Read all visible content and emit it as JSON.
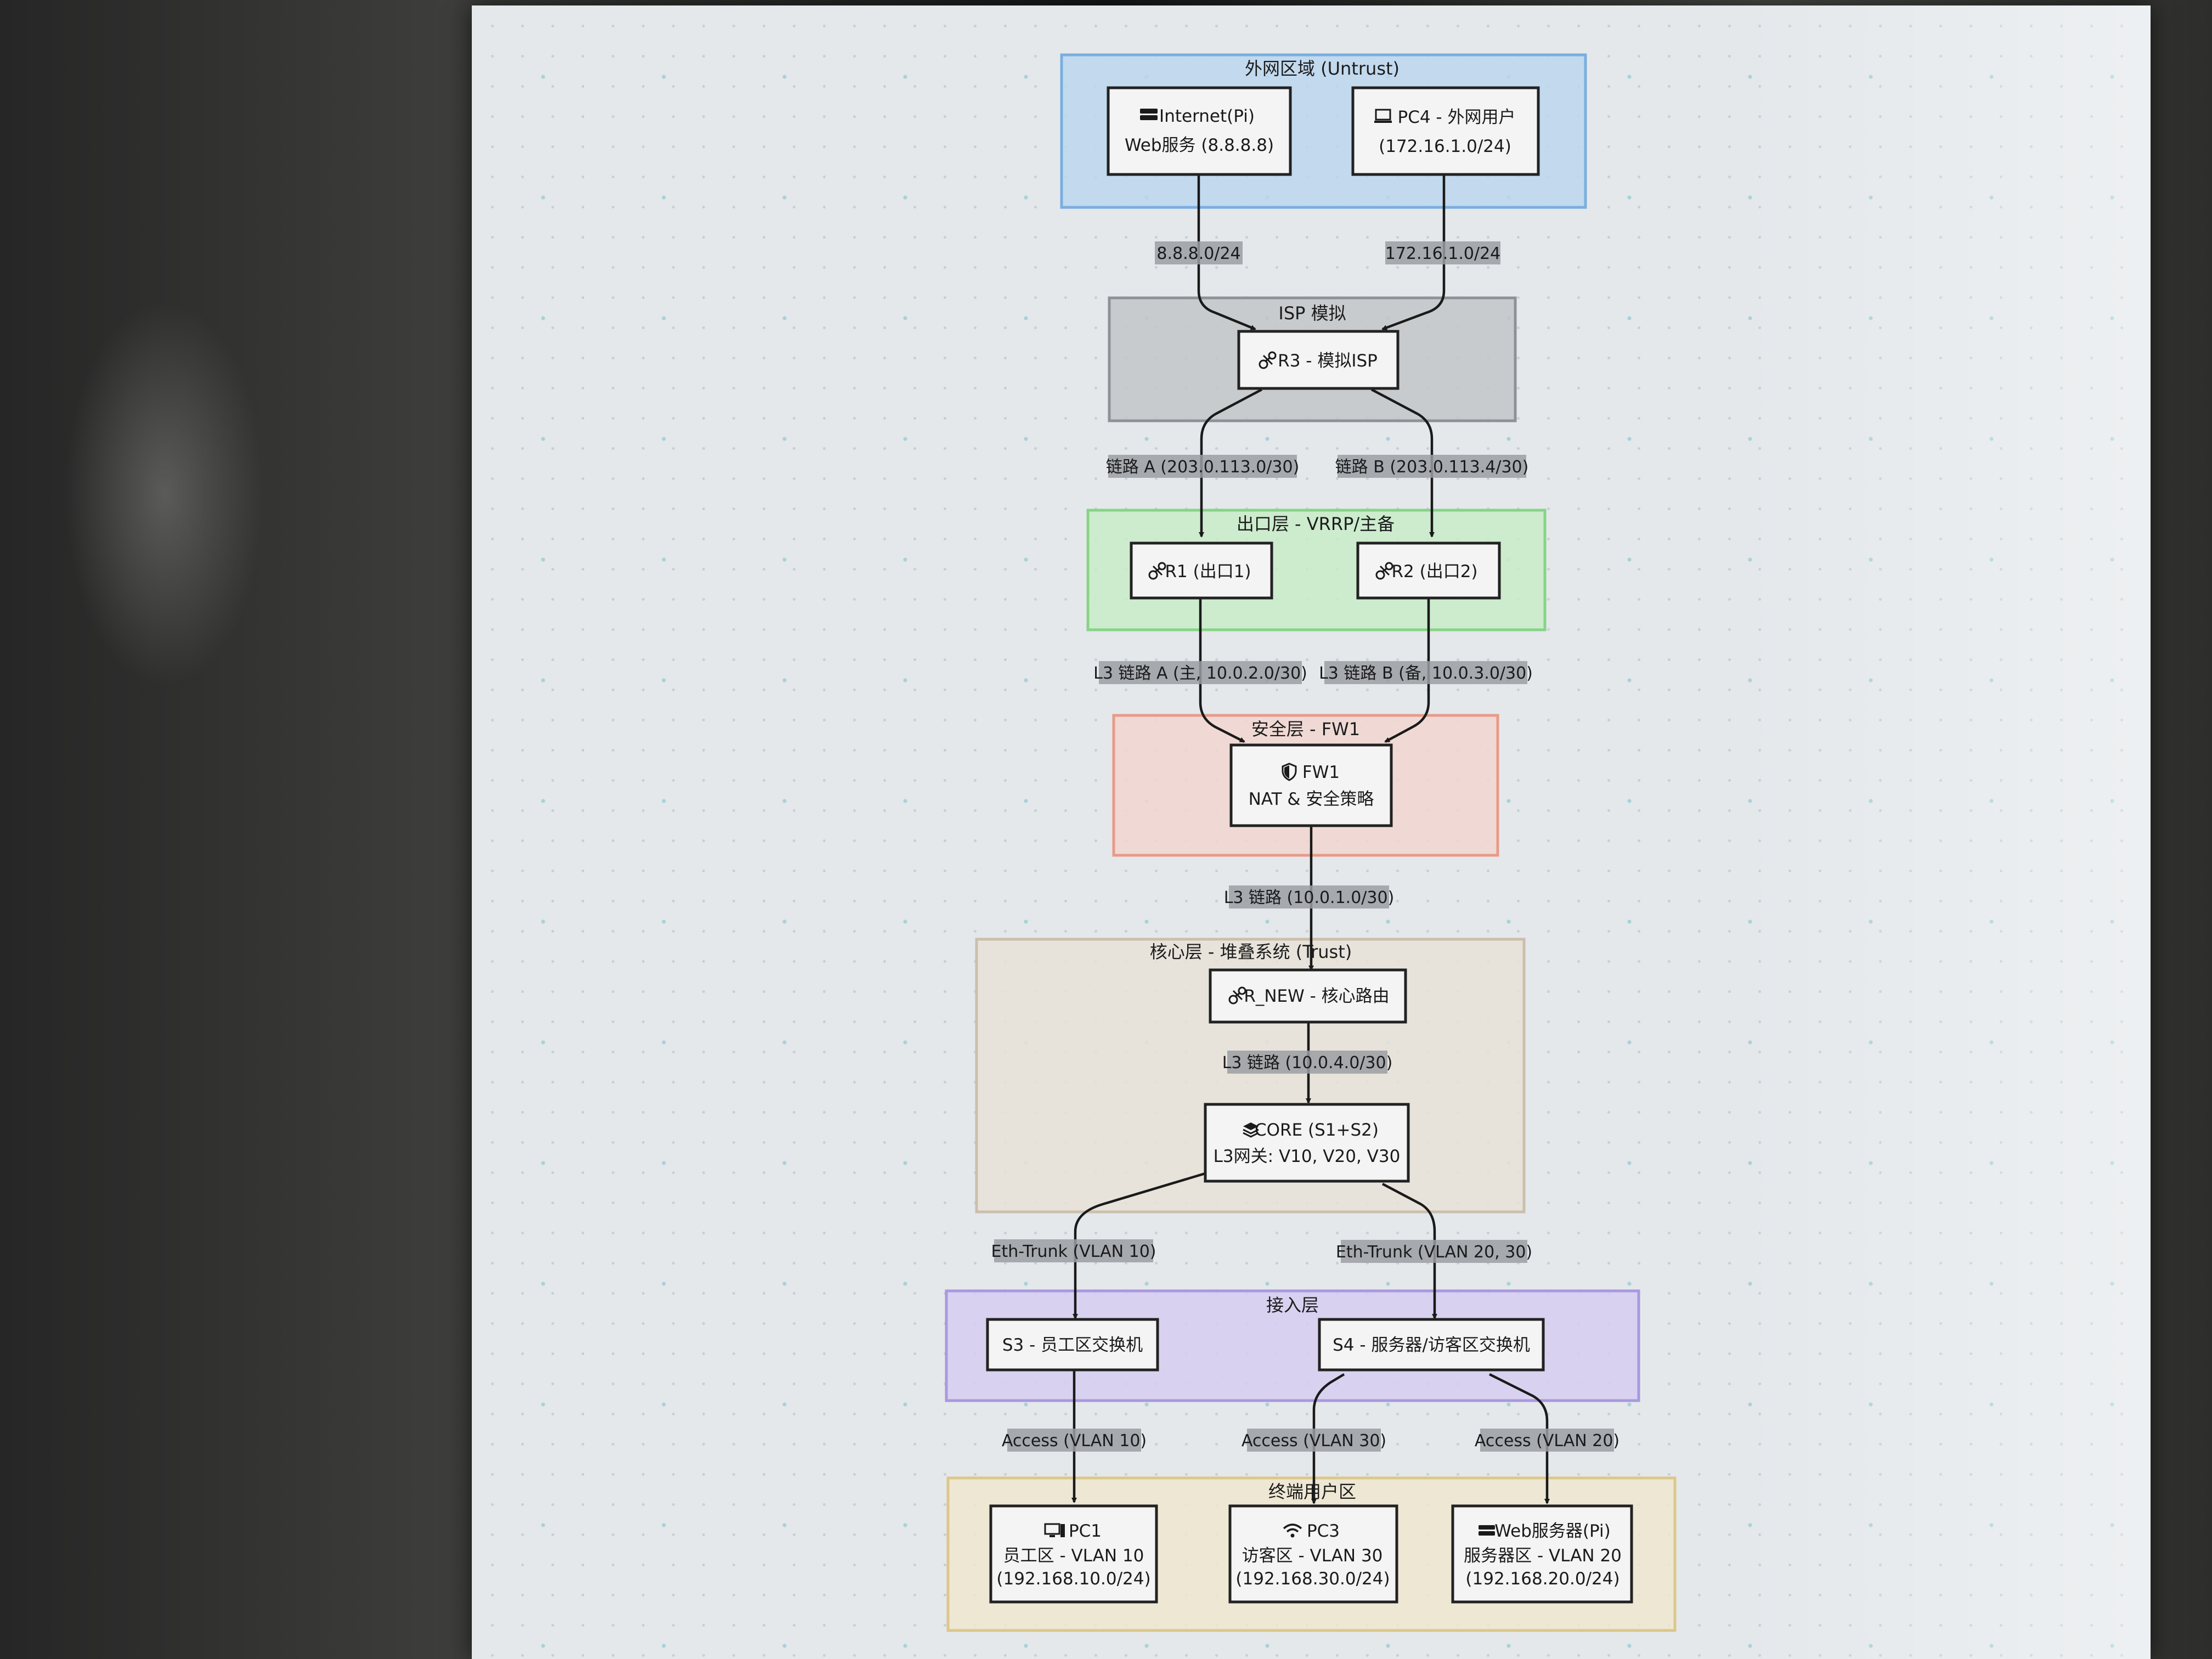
{
  "zones": {
    "untrust": {
      "label": "外网区域 (Untrust)",
      "fill": "#bcd6ef",
      "stroke": "#79aee0"
    },
    "isp": {
      "label": "ISP 模拟",
      "fill": "#c3c5c8",
      "stroke": "#8e9196"
    },
    "egress": {
      "label": "出口层 - VRRP/主备",
      "fill": "#c8ecc8",
      "stroke": "#86d486"
    },
    "security": {
      "label": "安全层 - FW1",
      "fill": "#f2d6d0",
      "stroke": "#e89a88"
    },
    "core": {
      "label": "核心层 - 堆叠系统 (Trust)",
      "fill": "#e8e2d8",
      "stroke": "#cbbfab"
    },
    "access": {
      "label": "接入层",
      "fill": "#d6cdf0",
      "stroke": "#a898e0"
    },
    "endpoint": {
      "label": "终端用户区",
      "fill": "#eee6cf",
      "stroke": "#dcc78a"
    }
  },
  "nodes": {
    "internet": {
      "icon": "server-icon",
      "line1": "Internet(Pi)",
      "line2": "Web服务 (8.8.8.8)"
    },
    "pc4": {
      "icon": "laptop-icon",
      "line1": "PC4 - 外网用户",
      "line2": "(172.16.1.0/24)"
    },
    "r3": {
      "icon": "router-icon",
      "line1": "R3 - 模拟ISP"
    },
    "r1": {
      "icon": "router-icon",
      "line1": "R1 (出口1)"
    },
    "r2": {
      "icon": "router-icon",
      "line1": "R2 (出口2)"
    },
    "fw1": {
      "icon": "shield-icon",
      "line1": "FW1",
      "line2": "NAT & 安全策略"
    },
    "rnew": {
      "icon": "router-icon",
      "line1": "R_NEW - 核心路由"
    },
    "core": {
      "icon": "layers-icon",
      "line1": "CORE (S1+S2)",
      "line2": "L3网关: V10, V20, V30"
    },
    "s3": {
      "line1": "S3 - 员工区交换机"
    },
    "s4": {
      "line1": "S4 - 服务器/访客区交换机"
    },
    "pc1": {
      "icon": "desktop-icon",
      "line1": "PC1",
      "line2": "员工区 - VLAN 10",
      "line3": "(192.168.10.0/24)"
    },
    "pc3": {
      "icon": "wifi-icon",
      "line1": "PC3",
      "line2": "访客区 - VLAN 30",
      "line3": "(192.168.30.0/24)"
    },
    "webserver": {
      "icon": "server-icon",
      "line1": "Web服务器(Pi)",
      "line2": "服务器区 - VLAN 20",
      "line3": "(192.168.20.0/24)"
    }
  },
  "edges": {
    "internet_r3": "8.8.8.0/24",
    "pc4_r3": "172.16.1.0/24",
    "r3_r1": "链路 A (203.0.113.0/30)",
    "r3_r2": "链路 B (203.0.113.4/30)",
    "r1_fw1": "L3 链路 A (主, 10.0.2.0/30)",
    "r2_fw1": "L3 链路 B (备, 10.0.3.0/30)",
    "fw1_rnew": "L3 链路 (10.0.1.0/30)",
    "rnew_core": "L3 链路 (10.0.4.0/30)",
    "core_s3": "Eth-Trunk (VLAN 10)",
    "core_s4": "Eth-Trunk (VLAN 20, 30)",
    "s3_pc1": "Access (VLAN 10)",
    "s4_pc3": "Access (VLAN 30)",
    "s4_web": "Access (VLAN 20)"
  }
}
